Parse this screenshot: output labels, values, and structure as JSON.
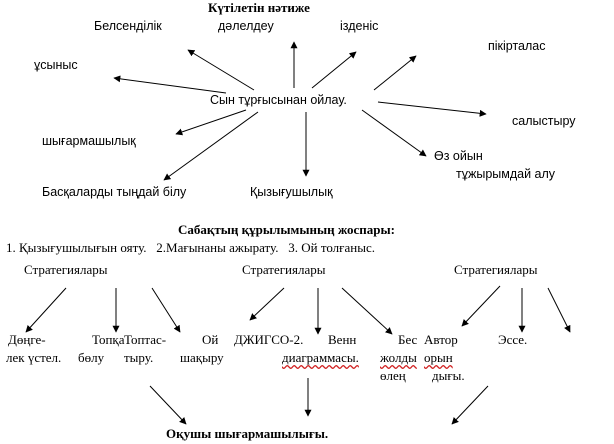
{
  "top": {
    "title": "Күтілетін нәтиже",
    "center": "Сын тұрғысынан ойлау.",
    "belsendilik": "Белсенділік",
    "daleldeu": "дәлелдеу",
    "izdenis": "ізденіс",
    "pikirtalas": "пікірталас",
    "usynys": "ұсыныс",
    "salystyru": "салыстыру",
    "shygarmashylyk": "шығармашылық",
    "oz_oiyn_1": "Өз ойын",
    "oz_oiyn_2": "тұжырымдай алу",
    "baskalardy": "Басқаларды тыңдай білу",
    "kyzygushylyk": "Қызығушылық"
  },
  "plan": {
    "title": "Сабақтың құрылымының жоспары:",
    "stages": "1. Қызығушылығын ояту.   2.Мағынаны ажырату.   3. Ой толғаныс.",
    "strategies_label": "Стратегиялары",
    "s1_a1": "Дөңге-",
    "s1_a2": "лек үстел.",
    "s1_b1": "Топқа",
    "s1_b2": "бөлу",
    "s1_c1": "Топтас-",
    "s1_c2": "тыру.",
    "s1_d1": "Ой",
    "s1_d2": "шақыру",
    "s2_a": "ДЖИГСО-2.",
    "s2_b1": "Венн",
    "s2_b2": "диаграммасы.",
    "s2_c1": "Бес",
    "s2_c2": "жолды",
    "s2_c3": "өлең",
    "s3_a1": "Автор",
    "s3_a2": "орын",
    "s3_a3": "дығы.",
    "s3_b": "Эссе.",
    "bottom": "Оқушы шығармашылығы."
  }
}
